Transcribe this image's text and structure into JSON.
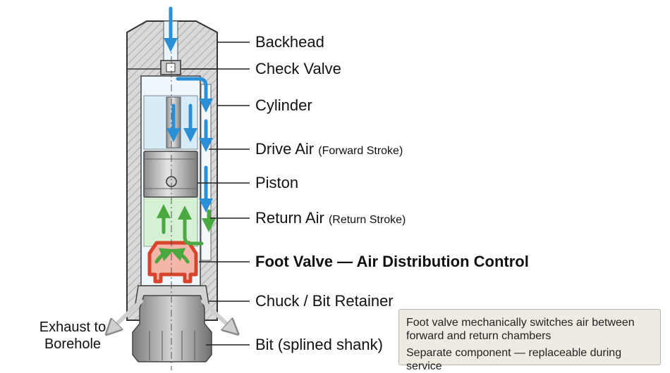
{
  "labels": {
    "backhead": "Backhead",
    "check_valve": "Check Valve",
    "cylinder": "Cylinder",
    "drive_air": "Drive Air",
    "drive_air_sub": "(Forward Stroke)",
    "piston": "Piston",
    "return_air": "Return Air",
    "return_air_sub": "(Return Stroke)",
    "foot_valve": "Foot Valve — Air Distribution Control",
    "chuck": "Chuck / Bit Retainer",
    "bit": "Bit (splined shank)",
    "exhaust_line1": "Exhaust to",
    "exhaust_line2": "Borehole"
  },
  "note": {
    "line1": "Foot valve mechanically switches air between forward and return chambers",
    "line2": "Separate component — replaceable during service"
  },
  "colors": {
    "drive_air": "#2b8fd8",
    "return_air": "#49a83f",
    "foot_valve": "#d8432b",
    "housing_hatch": "#bdbdbd",
    "note_bg": "#eeebe2"
  }
}
